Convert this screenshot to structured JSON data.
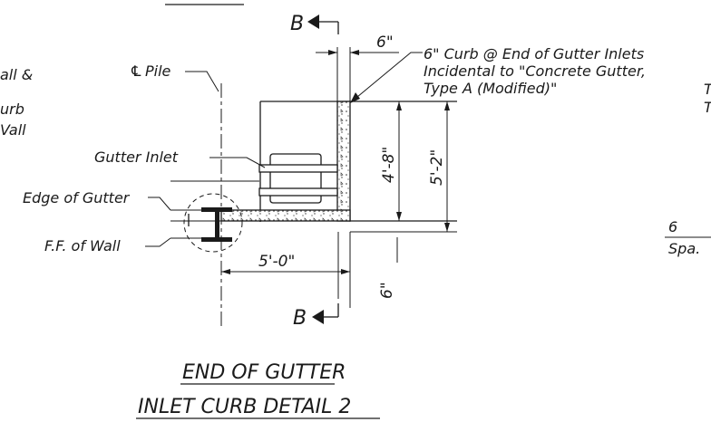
{
  "drawing": {
    "section_marker_top": "B",
    "section_marker_bottom": "B",
    "labels": {
      "pile_centerline": "Pile",
      "gutter_inlet": "Gutter Inlet",
      "edge_of_gutter": "Edge of Gutter",
      "face_of_wall": "F.F. of Wall"
    },
    "curb_note": [
      "6\" Curb @ End of Gutter Inlets",
      "Incidental to \"Concrete Gutter,",
      "Type A (Modified)\""
    ],
    "dimensions": {
      "top_width": "6\"",
      "inner_height": "4'-8\"",
      "outer_height": "5'-2\"",
      "bottom_width": "5'-0\"",
      "bottom_depth": "6\""
    },
    "left_fragments": [
      "all &",
      "urb",
      "Vall"
    ],
    "right_fragments": [
      "T",
      "T",
      "6",
      "Spa."
    ]
  },
  "title": {
    "line1": "END OF GUTTER",
    "line2": "INLET CURB DETAIL 2"
  }
}
